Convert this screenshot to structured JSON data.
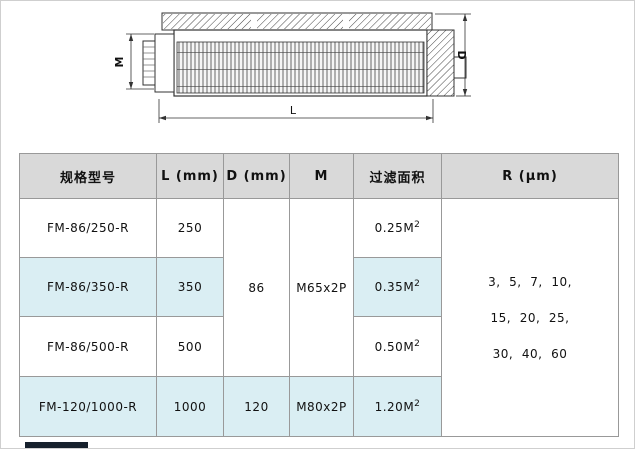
{
  "colors": {
    "header_bg": "#d9d9d9",
    "alt_row_bg": "#daeef3",
    "grid_line": "#999999",
    "diagram_line": "#333333",
    "bottom_bar": "#16202c"
  },
  "diagram": {
    "label_m": "M",
    "label_d": "D",
    "label_l": "L"
  },
  "table": {
    "headers": {
      "model": "规格型号",
      "l": "L (mm)",
      "d": "D (mm)",
      "m": "M",
      "area": "过滤面积",
      "r": "R (μm)"
    },
    "rows": [
      {
        "model": "FM-86/250-R",
        "l": "250",
        "area_base": "0.25M",
        "area_sup": "2"
      },
      {
        "model": "FM-86/350-R",
        "l": "350",
        "area_base": "0.35M",
        "area_sup": "2"
      },
      {
        "model": "FM-86/500-R",
        "l": "500",
        "area_base": "0.50M",
        "area_sup": "2"
      },
      {
        "model": "FM-120/1000-R",
        "l": "1000",
        "d": "120",
        "m": "M80x2P",
        "area_base": "1.20M",
        "area_sup": "2"
      }
    ],
    "merged": {
      "d_small": "86",
      "m_small": "M65x2P",
      "r_values": "3,  5,  7,  10,\n15,  20,  25,\n30,  40,  60"
    }
  }
}
